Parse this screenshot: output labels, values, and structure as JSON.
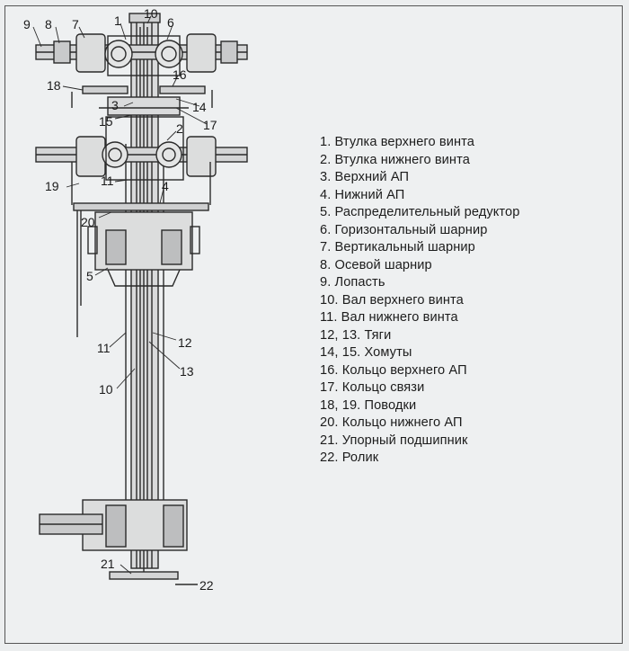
{
  "legend": [
    "1.  Втулка верхнего винта",
    "2.  Втулка нижнего винта",
    "3.  Верхний АП",
    "4.  Нижний АП",
    "5.  Распределительный редуктор",
    "6.  Горизонтальный шарнир",
    "7.  Вертикальный шарнир",
    "8.  Осевой шарнир",
    "9.  Лопасть",
    "10. Вал верхнего винта",
    "11.  Вал нижнего винта",
    "12, 13.  Тяги",
    "14, 15.  Хомуты",
    "16.  Кольцо верхнего АП",
    "17.  Кольцо связи",
    "18, 19.  Поводки",
    "20.  Кольцо нижнего АП",
    "21.  Упорный подшипник",
    "22.  Ролик"
  ],
  "callouts": [
    "1",
    "2",
    "3",
    "4",
    "5",
    "6",
    "7",
    "8",
    "9",
    "10",
    "11",
    "12",
    "13",
    "14",
    "15",
    "16",
    "17",
    "18",
    "19",
    "20",
    "21",
    "22",
    "11",
    "10"
  ]
}
